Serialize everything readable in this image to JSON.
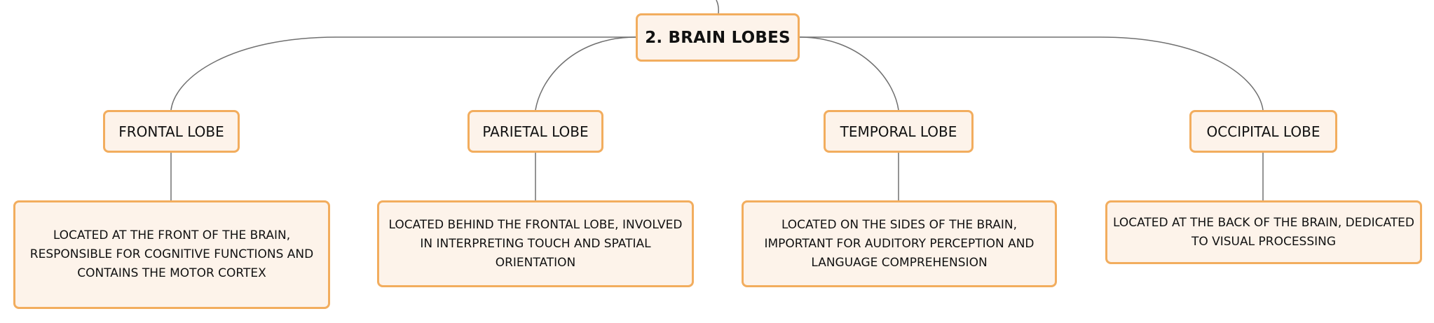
{
  "root": {
    "label": "2. BRAIN LOBES"
  },
  "lobes": [
    {
      "name": "FRONTAL LOBE",
      "description": "LOCATED AT THE FRONT OF THE BRAIN, RESPONSIBLE FOR COGNITIVE FUNCTIONS AND CONTAINS THE MOTOR CORTEX"
    },
    {
      "name": "PARIETAL LOBE",
      "description": "LOCATED BEHIND THE FRONTAL LOBE, INVOLVED IN INTERPRETING TOUCH AND SPATIAL ORIENTATION"
    },
    {
      "name": "TEMPORAL LOBE",
      "description": "LOCATED ON THE SIDES OF THE BRAIN, IMPORTANT FOR AUDITORY PERCEPTION AND LANGUAGE COMPREHENSION"
    },
    {
      "name": "OCCIPITAL LOBE",
      "description": "LOCATED AT THE BACK OF THE BRAIN, DEDICATED TO VISUAL PROCESSING"
    }
  ],
  "colors": {
    "node_fill": "#fdf3ea",
    "node_border": "#f2ad5e",
    "connector": "#707070",
    "text": "#111111"
  }
}
